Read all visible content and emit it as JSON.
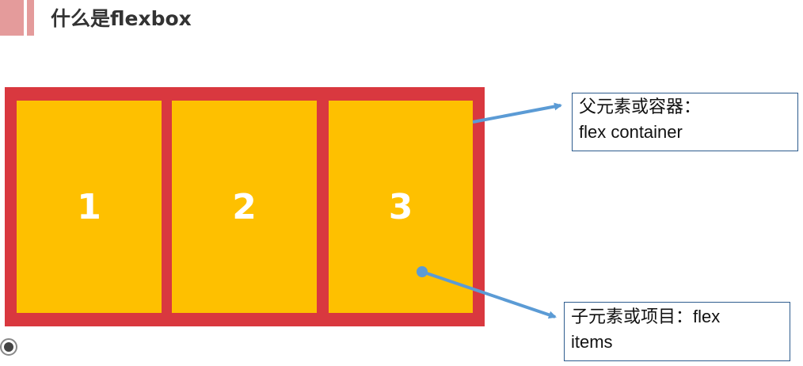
{
  "header": {
    "title": "什么是flexbox"
  },
  "diagram": {
    "container_color": "#d9383f",
    "item_color": "#fec000",
    "items": [
      {
        "label": "1"
      },
      {
        "label": "2"
      },
      {
        "label": "3"
      }
    ]
  },
  "callouts": {
    "container": {
      "line1": "父元素或容器：",
      "line2": "flex container"
    },
    "items": {
      "line1_cn": "子元素或项目：",
      "line1_en": "flex",
      "line2": "items"
    }
  },
  "arrow_color": "#5b9bd5",
  "callout_border_color": "#2e5c8e"
}
